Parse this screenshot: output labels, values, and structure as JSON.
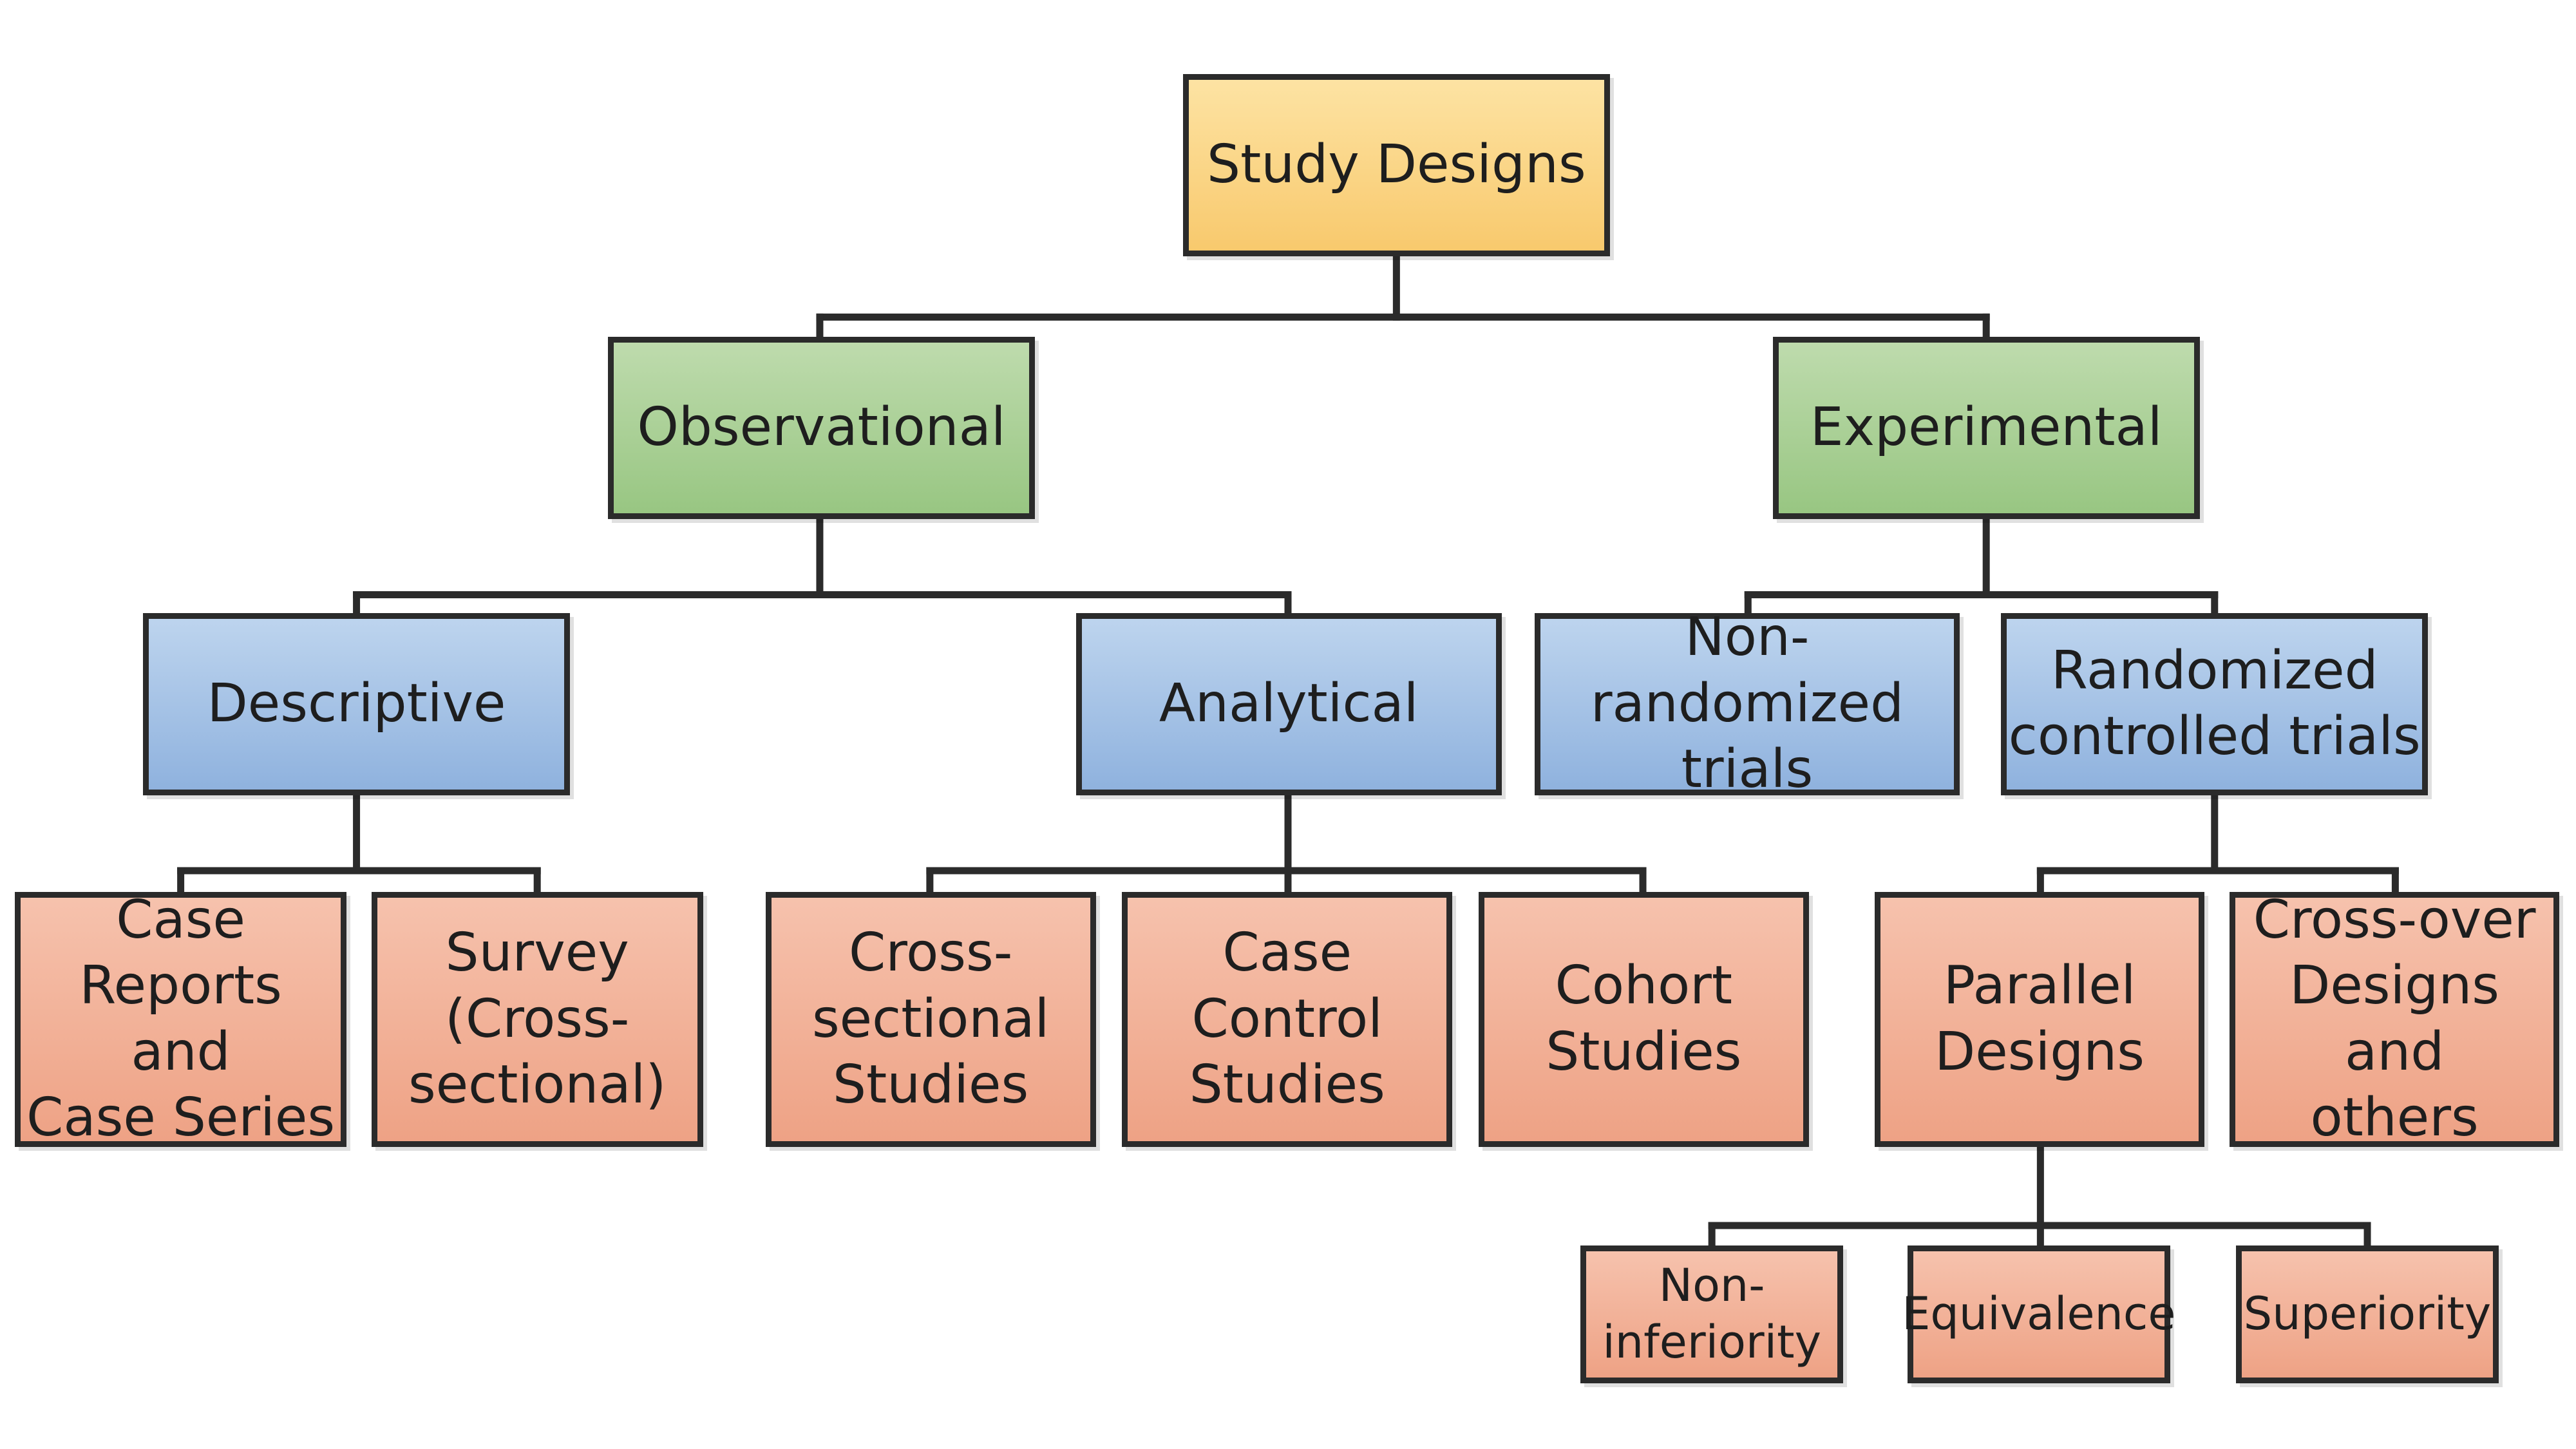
{
  "diagram": {
    "root": {
      "label": "Study Designs"
    },
    "observational": {
      "label": "Observational",
      "descriptive": {
        "label": "Descriptive",
        "case_reports": "Case Reports\nand\nCase Series",
        "survey": "Survey\n(Cross-\nsectional)"
      },
      "analytical": {
        "label": "Analytical",
        "cross_sectional": "Cross-\nsectional\nStudies",
        "case_control": "Case Control\nStudies",
        "cohort": "Cohort\nStudies"
      }
    },
    "experimental": {
      "label": "Experimental",
      "non_randomized": "Non-randomized\ntrials",
      "randomized": {
        "label": "Randomized\ncontrolled trials",
        "parallel": {
          "label": "Parallel\nDesigns",
          "non_inferiority": "Non-\ninferiority",
          "equivalence": "Equivalence",
          "superiority": "Superiority"
        },
        "crossover": "Cross-over\nDesigns and\nothers"
      }
    }
  },
  "colors": {
    "line": "#2b2b2b",
    "root_fill": "#f9d07f",
    "level1_fill": "#a7cd92",
    "level2_fill": "#a4c1e6",
    "leaf_fill": "#f0ad92"
  }
}
